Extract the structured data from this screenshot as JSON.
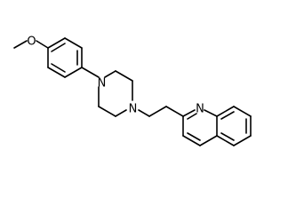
{
  "molecule": {
    "atoms": {
      "oxygen": "O",
      "piperazine_n_top": "N",
      "piperazine_n_bottom": "N",
      "quinoline_n": "N"
    }
  },
  "colors": {
    "background": "#ffffff",
    "bond": "#000000",
    "label": "#000000"
  }
}
